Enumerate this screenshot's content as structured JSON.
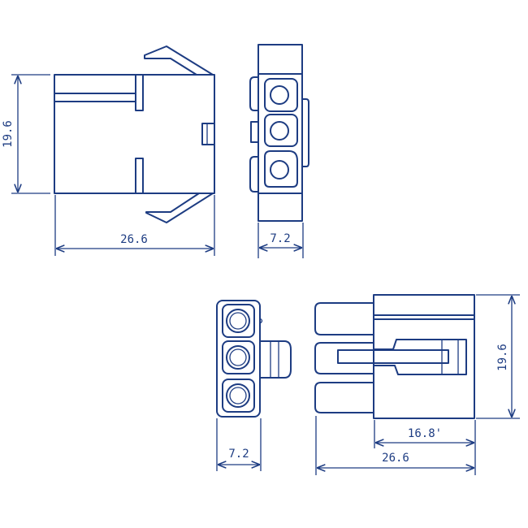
{
  "drawing": {
    "title": "3-pin connector housing dimensions",
    "line_color": "#1d3c82",
    "views": {
      "female_side": {
        "height_label": "19.6",
        "length_label": "26.6"
      },
      "female_front": {
        "width_label": "7.2"
      },
      "male_front": {
        "width_label": "7.2"
      },
      "male_side": {
        "height_label": "19.6",
        "body_length_label": "16.8'",
        "length_label": "26.6"
      }
    }
  }
}
